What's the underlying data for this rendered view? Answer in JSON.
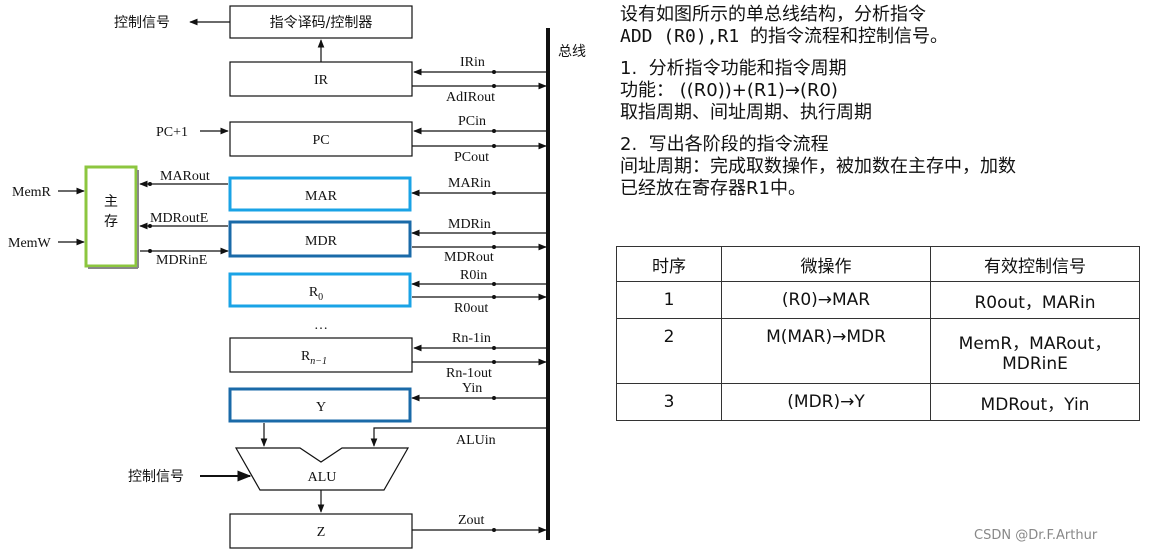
{
  "diagram": {
    "controller": "指令译码/控制器",
    "control_signal_top": "控制信号",
    "bus": "总线",
    "registers": {
      "ir": "IR",
      "pc": "PC",
      "mar": "MAR",
      "mdr": "MDR",
      "r0": "R",
      "r0_sub": "0",
      "rn": "R",
      "rn_sub": "n−1",
      "y": "Y",
      "z": "Z",
      "alu": "ALU"
    },
    "memory": {
      "line1": "主",
      "line2": "存"
    },
    "signals": {
      "irin": "IRin",
      "adirout": "AdIRout",
      "pcin": "PCin",
      "pcout": "PCout",
      "pc_plus1": "PC+1",
      "marout": "MARout",
      "marin": "MARin",
      "mdroute": "MDRoutE",
      "mdrin": "MDRin",
      "mdrout": "MDRout",
      "mdrine": "MDRinE",
      "memr": "MemR",
      "memw": "MemW",
      "r0in": "R0in",
      "r0out": "R0out",
      "rnin": "Rn-1in",
      "rnout": "Rn-1out",
      "yin": "Yin",
      "aluin": "ALUin",
      "zout": "Zout",
      "ellipsis": "…",
      "control_signal_alu": "控制信号"
    }
  },
  "text": {
    "title_1": "设有如图所示的单总线结构，分析指令",
    "title_2": "ADD (R0),R1 的指令流程和控制信号。",
    "s1_heading": "1.  分析指令功能和指令周期",
    "s1_func": "功能： ((R0))+(R1)→(R0)",
    "s1_cycles": "取指周期、间址周期、执行周期",
    "s2_heading": "2.  写出各阶段的指令流程",
    "s2_desc_1": "间址周期：完成取数操作，被加数在主存中，加数",
    "s2_desc_2": "已经放在寄存器R1中。"
  },
  "table": {
    "headers": [
      "时序",
      "微操作",
      "有效控制信号"
    ],
    "rows": [
      {
        "seq": "1",
        "op": "(R0)→MAR",
        "sig1": "R0out，MARin",
        "sig2": ""
      },
      {
        "seq": "2",
        "op": "M(MAR)→MDR",
        "sig1": "MemR，MARout，",
        "sig2": "MDRinE"
      },
      {
        "seq": "3",
        "op": "(MDR)→Y",
        "sig1": "MDRout，Yin",
        "sig2": ""
      }
    ]
  },
  "watermark": "CSDN @Dr.F.Arthur",
  "colors": {
    "highlight_blue": "#1aa3e6",
    "memory_green": "#8cc63f",
    "line": "#111111"
  }
}
